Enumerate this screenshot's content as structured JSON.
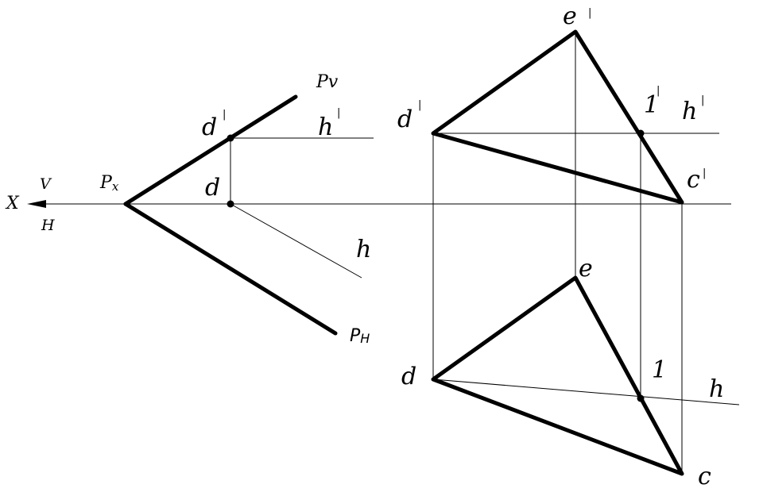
{
  "axis": {
    "x_label": "X",
    "v_label": "V",
    "h_label": "H"
  },
  "plane": {
    "px_label": "P",
    "px_sub": "x",
    "pv_label": "Pv",
    "ph_label": "P",
    "ph_sub": "H"
  },
  "left_figure": {
    "d_prime_label": "d",
    "h_prime_label": "h",
    "d_label": "d",
    "h_label": "h"
  },
  "frontal_projection": {
    "e_label": "e",
    "d_label": "d",
    "c_label": "c",
    "point1_label": "1",
    "h_label": "h"
  },
  "horizontal_projection": {
    "e_label": "e",
    "d_label": "d",
    "c_label": "c",
    "point1_label": "1",
    "h_label": "h"
  },
  "prime_mark": "|"
}
